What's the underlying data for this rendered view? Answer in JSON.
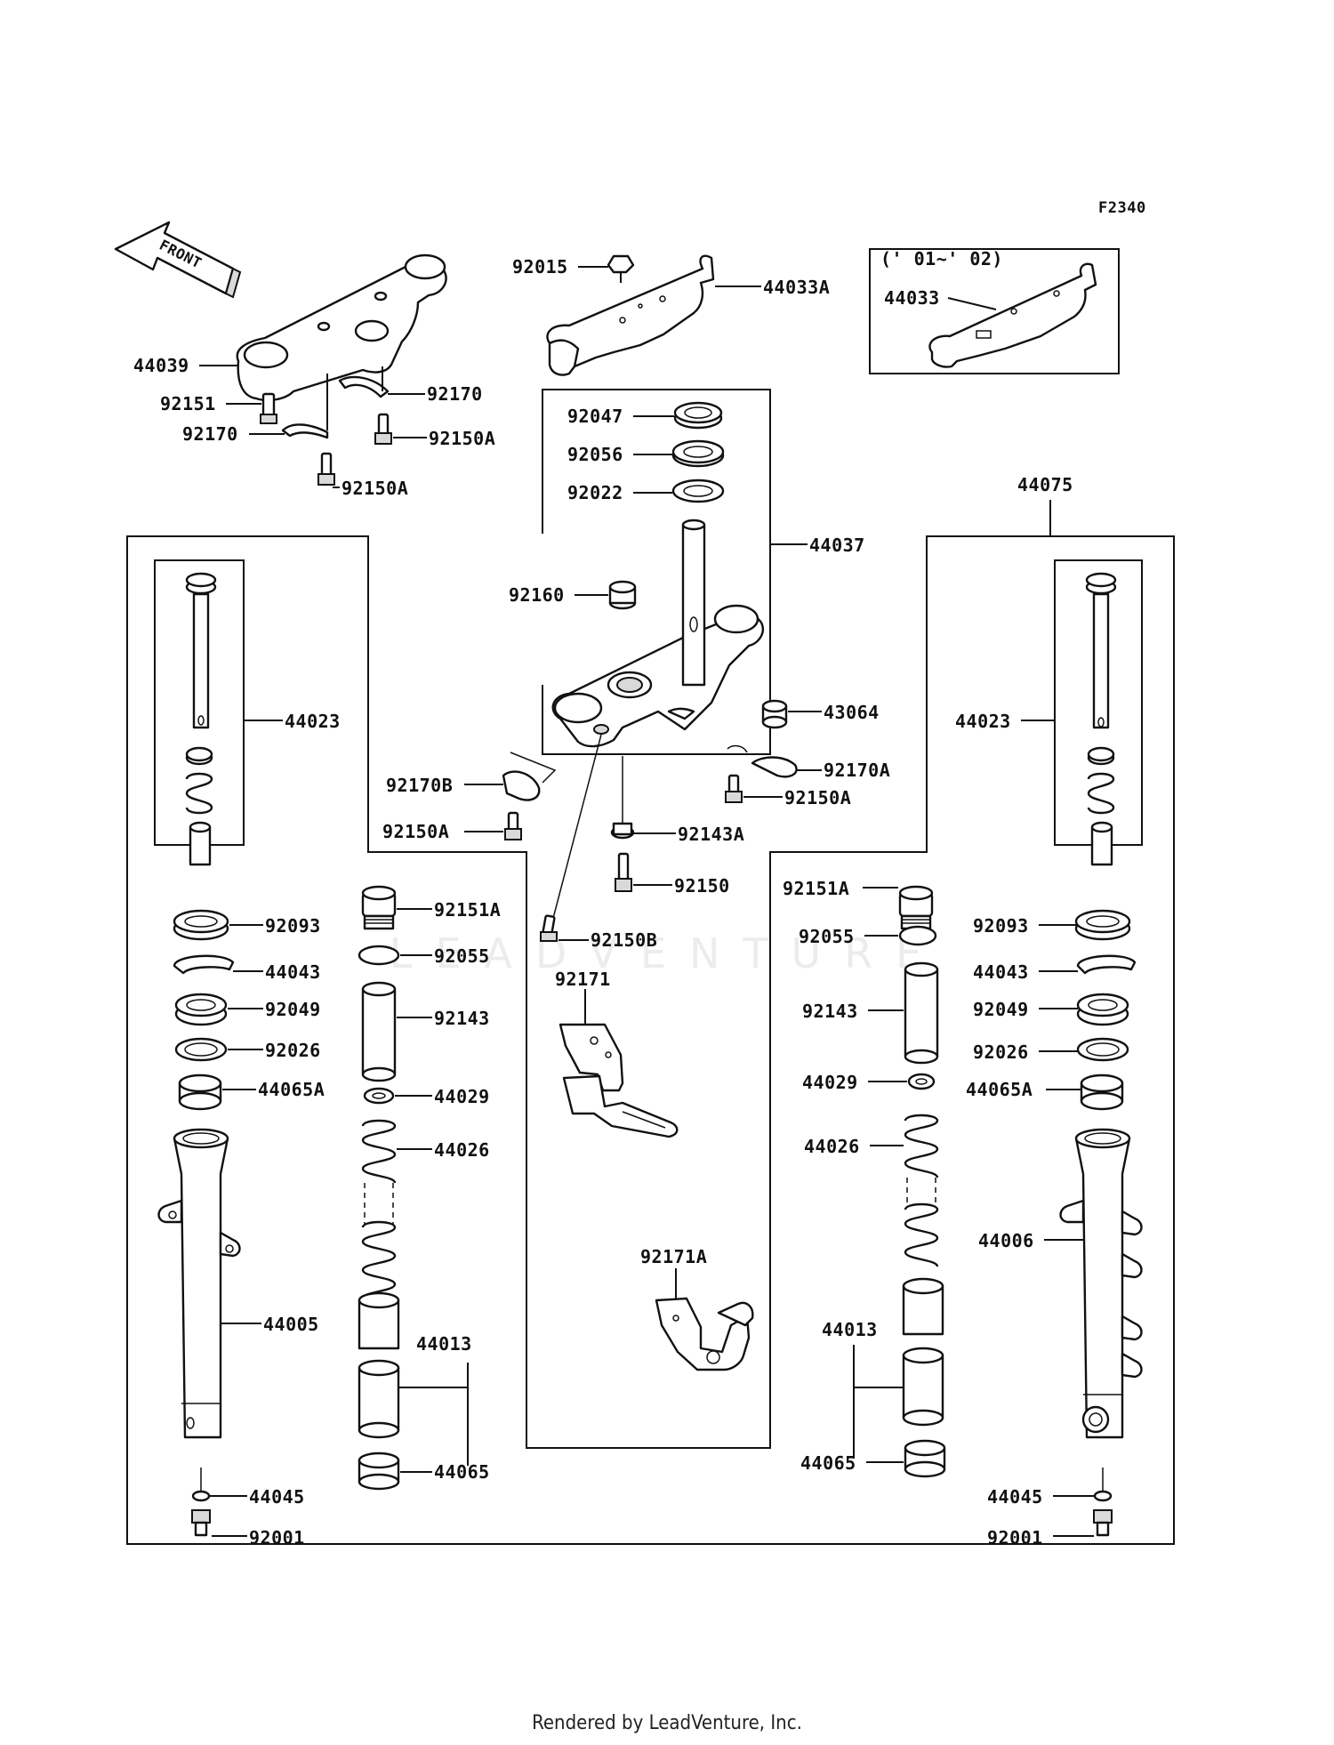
{
  "figure_code": "F2340",
  "front_label": "FRONT",
  "year_note": "(' 01~' 02)",
  "watermark": "LEADVENTURE",
  "footer": "Rendered by LeadVenture, Inc.",
  "labels": {
    "p44039": "44039",
    "p92151": "92151",
    "p92170_l": "92170",
    "p92170_r": "92170",
    "p92150A_1": "92150A",
    "p92150A_2": "92150A",
    "p92015": "92015",
    "p44033A": "44033A",
    "p44033": "44033",
    "p92047": "92047",
    "p92056": "92056",
    "p92022": "92022",
    "p44037": "44037",
    "p92160": "92160",
    "p43064": "43064",
    "p92170A": "92170A",
    "p92150A_3": "92150A",
    "p92170B": "92170B",
    "p92150A_4": "92150A",
    "p92143A": "92143A",
    "p92150": "92150",
    "p92150B": "92150B",
    "p92171": "92171",
    "p92171A": "92171A",
    "p44075": "44075",
    "L44023": "44023",
    "L92093": "92093",
    "L44043": "44043",
    "L92049": "92049",
    "L92026": "92026",
    "L44065A": "44065A",
    "L44005": "44005",
    "L44045": "44045",
    "L92001": "92001",
    "L92151A": "92151A",
    "L92055": "92055",
    "L92143": "92143",
    "L44029": "44029",
    "L44026": "44026",
    "L44013": "44013",
    "L44065": "44065",
    "R44023": "44023",
    "R92093": "92093",
    "R44043": "44043",
    "R92049": "92049",
    "R92026": "92026",
    "R44065A": "44065A",
    "R44006": "44006",
    "R44045": "44045",
    "R92001": "92001",
    "R92151A": "92151A",
    "R92055": "92055",
    "R92143": "92143",
    "R44029": "44029",
    "R44026": "44026",
    "R44013": "44013",
    "R44065": "44065"
  }
}
